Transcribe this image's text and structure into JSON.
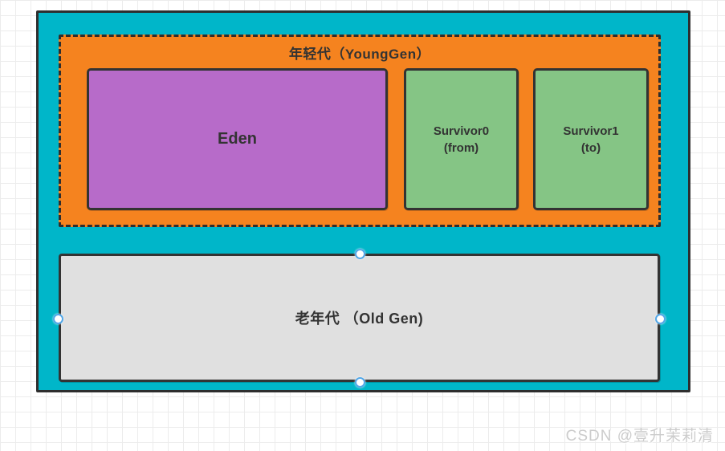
{
  "diagram": {
    "young_gen": {
      "label": "年轻代（YoungGen）",
      "eden": {
        "label": "Eden"
      },
      "survivor0": {
        "name": "Survivor0",
        "role": "(from)"
      },
      "survivor1": {
        "name": "Survivor1",
        "role": "(to)"
      }
    },
    "old_gen": {
      "label": "老年代 （Old Gen)"
    }
  },
  "watermark": "CSDN @壹升茉莉清",
  "colors": {
    "heap_fill": "#00b6c9",
    "young_gen_fill": "#f5831f",
    "eden_fill": "#b76bc9",
    "survivor_fill": "#85c585",
    "old_gen_fill": "#e0e0e0",
    "shape_border": "#2e2e2e",
    "selection_handle_ring": "#53a7e8",
    "label_text": "#333333"
  }
}
